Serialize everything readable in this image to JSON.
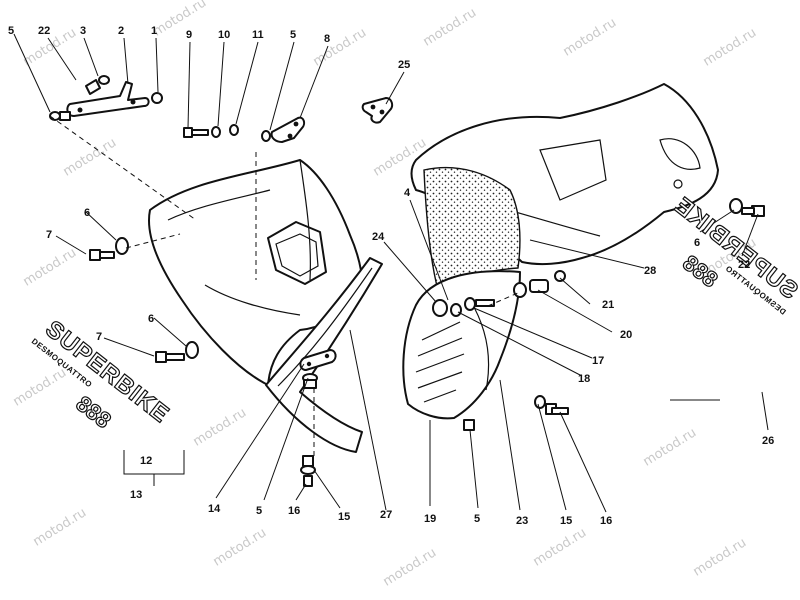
{
  "watermark": "motod.ru",
  "callouts": {
    "c1": "1",
    "c2": "2",
    "c3": "3",
    "c4": "4",
    "c5": "5",
    "c6": "6",
    "c7": "7",
    "c8": "8",
    "c9": "9",
    "c10": "10",
    "c11": "11",
    "c12": "12",
    "c13": "13",
    "c14": "14",
    "c15": "15",
    "c16": "16",
    "c17": "17",
    "c18": "18",
    "c19": "19",
    "c20": "20",
    "c21": "21",
    "c22": "22",
    "c23": "23",
    "c24": "24",
    "c25": "25",
    "c26": "26",
    "c27": "27",
    "c28": "28"
  },
  "decals": {
    "brand": "SUPERBIKE",
    "model": "888",
    "maker": "DESMOQUATTRO"
  }
}
